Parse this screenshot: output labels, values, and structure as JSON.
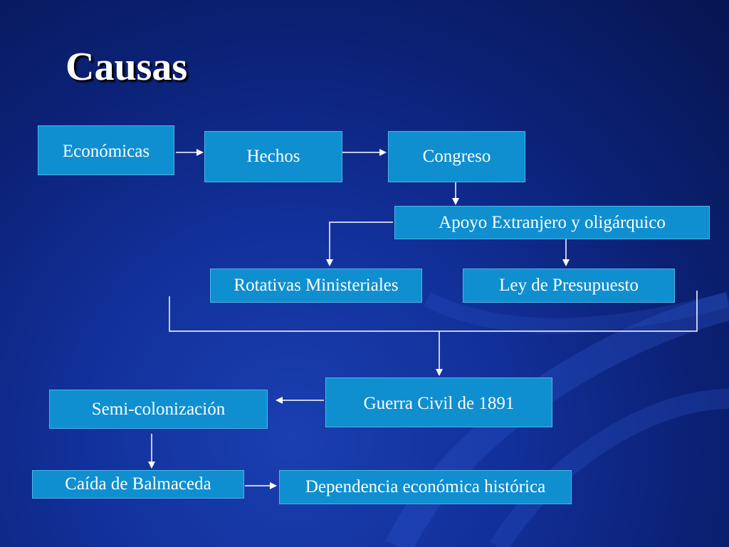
{
  "slide": {
    "title": "Causas"
  },
  "nodes": {
    "economicas": "Económicas",
    "hechos": "Hechos",
    "congreso": "Congreso",
    "apoyo": "Apoyo Extranjero y oligárquico",
    "rotativas": "Rotativas Ministeriales",
    "ley": "Ley de Presupuesto",
    "guerra": "Guerra Civil de 1891",
    "semi": "Semi-colonización",
    "caida": "Caída de Balmaceda",
    "dependencia": "Dependencia económica histórica"
  },
  "colors": {
    "box_fill": "#0f8fd0",
    "line": "#ffffff",
    "background_dark": "#061550",
    "background_light": "#1a3fb0"
  }
}
